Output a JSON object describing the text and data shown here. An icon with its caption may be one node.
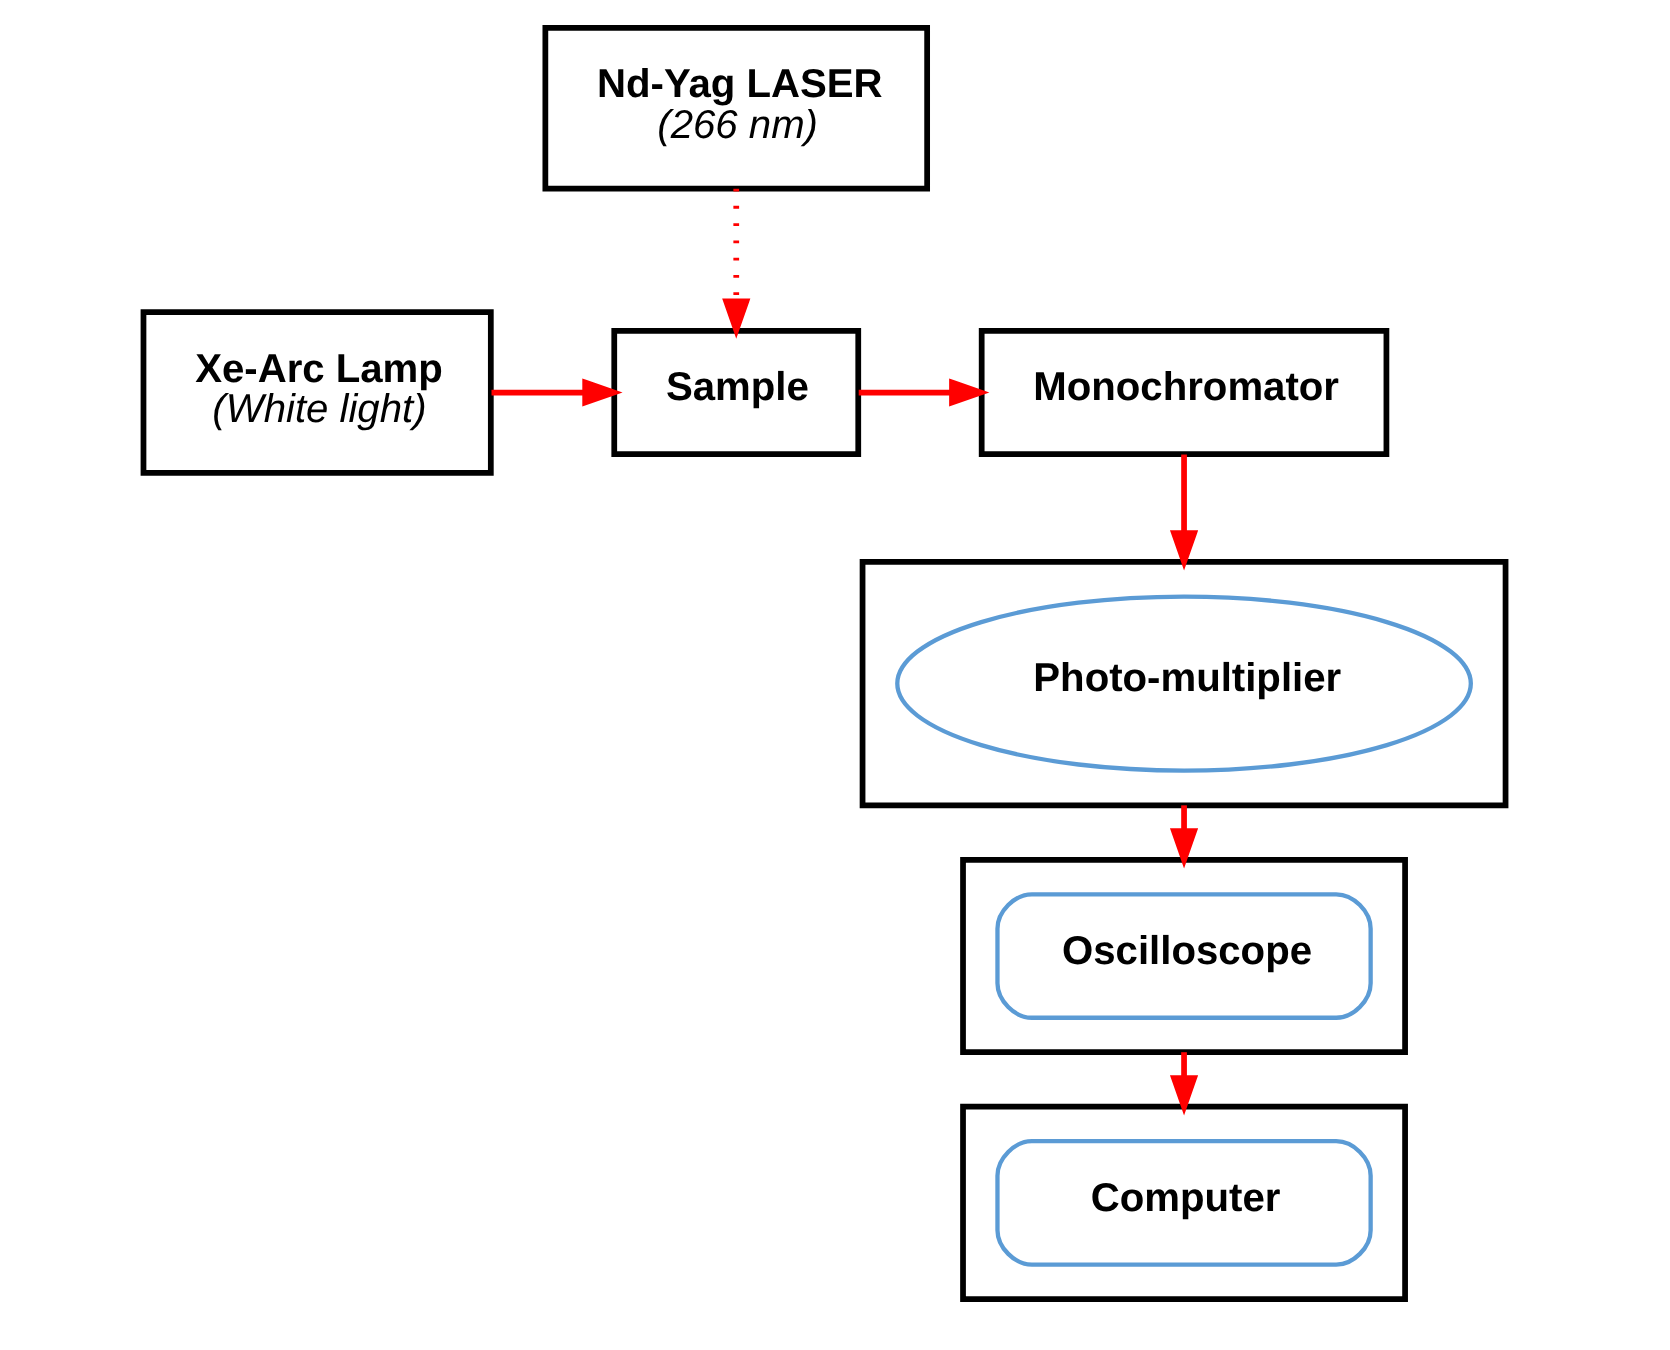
{
  "diagram": {
    "nodes": [
      {
        "text": [
          "Nd-Yag LASER",
          "(266 nm)"
        ]
      },
      {
        "text": [
          "Xe-Arc Lamp",
          "(White light)"
        ]
      },
      {
        "text": [
          "Sample"
        ]
      },
      {
        "text": [
          "Monochromator"
        ]
      },
      {
        "text": [],
        "shape": "box"
      },
      {
        "text": [
          "Photo-multiplier"
        ],
        "in": 4
      },
      {
        "text": [],
        "shape": "box"
      },
      {
        "text": [
          "Computer"
        ],
        "in": 6
      },
      {
        "text": [],
        "shape": "box"
      },
      {
        "text": [
          "Oscilloscope"
        ],
        "in": 8
      }
    ],
    "edges": [
      {
        "from": 0,
        "to": 2,
        "arrow": "to",
        "style": "dashed"
      },
      {
        "from": 1,
        "to": 2,
        "arrow": "to"
      },
      {
        "from": 2,
        "to": 3,
        "arrow": "to"
      },
      {
        "from": 3,
        "to": 4,
        "arrow": "to"
      },
      {
        "from": 4,
        "to": 8,
        "arrow": "to"
      },
      {
        "from": 8,
        "to": 6,
        "arrow": "to"
      }
    ]
  }
}
